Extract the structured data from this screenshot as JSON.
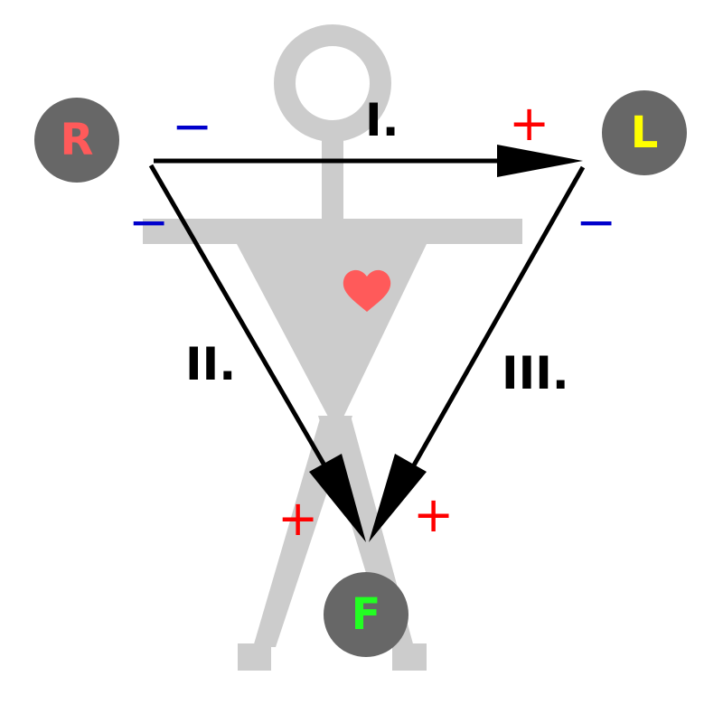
{
  "colors": {
    "body_figure": "#cccccc",
    "heart": "#ff5a5a",
    "electrode_disc": "#676767",
    "arrow": "#000000",
    "plus": "#ff0000",
    "minus": "#0000cc"
  },
  "electrodes": {
    "right_arm": {
      "letter": "R",
      "color": "#ff5a5a"
    },
    "left_arm": {
      "letter": "L",
      "color": "#ffff00"
    },
    "foot": {
      "letter": "F",
      "color": "#22ff22"
    }
  },
  "leads": {
    "lead_1": {
      "label": "I."
    },
    "lead_2": {
      "label": "II."
    },
    "lead_3": {
      "label": "III."
    }
  },
  "signs": {
    "plus": "+",
    "minus": "−"
  }
}
